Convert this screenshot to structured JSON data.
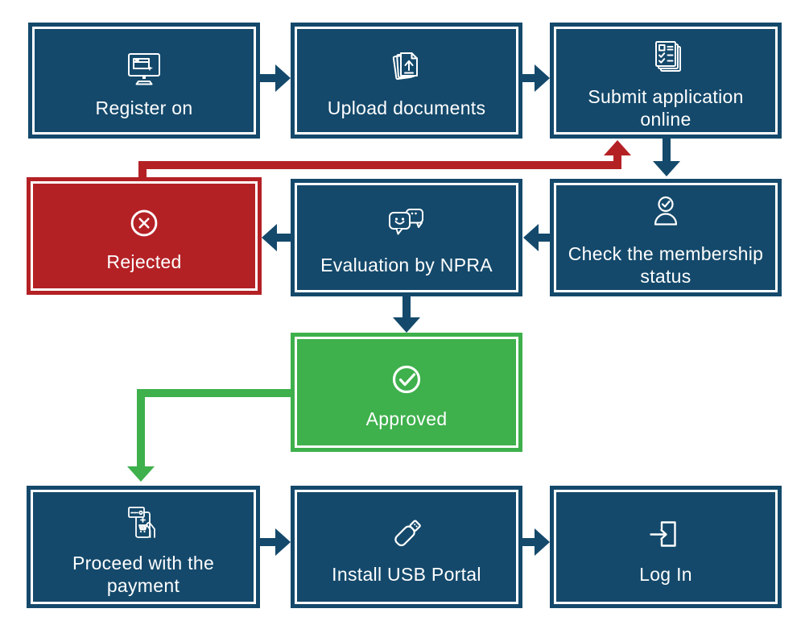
{
  "diagram": {
    "type": "flowchart",
    "colors": {
      "step_fill": "#14496B",
      "rejected_fill": "#B42125",
      "approved_fill": "#3EB04C",
      "inner_border": "#FFFFFF",
      "text": "#FFFFFF",
      "background": "#FFFFFF"
    },
    "nodes": [
      {
        "id": "register",
        "label": "Register on",
        "icon": "computer-registration-icon",
        "color": "step_fill"
      },
      {
        "id": "upload",
        "label": "Upload documents",
        "icon": "upload-documents-icon",
        "color": "step_fill"
      },
      {
        "id": "submit",
        "label": "Submit application\nonline",
        "icon": "application-form-icon",
        "color": "step_fill"
      },
      {
        "id": "check",
        "label": "Check the membership\nstatus",
        "icon": "membership-status-icon",
        "color": "step_fill"
      },
      {
        "id": "evaluation",
        "label": "Evaluation by NPRA",
        "icon": "evaluation-chat-icon",
        "color": "step_fill"
      },
      {
        "id": "rejected",
        "label": "Rejected",
        "icon": "rejected-icon",
        "color": "rejected_fill"
      },
      {
        "id": "approved",
        "label": "Approved",
        "icon": "approved-icon",
        "color": "approved_fill"
      },
      {
        "id": "proceed",
        "label": "Proceed with the\npayment",
        "icon": "mobile-payment-icon",
        "color": "step_fill"
      },
      {
        "id": "install",
        "label": "Install USB Portal",
        "icon": "usb-drive-icon",
        "color": "step_fill"
      },
      {
        "id": "login",
        "label": "Log In",
        "icon": "log-in-icon",
        "color": "step_fill"
      }
    ],
    "connectors": [
      {
        "from": "register",
        "to": "upload",
        "color": "step_fill",
        "style": "arrow-right"
      },
      {
        "from": "upload",
        "to": "submit",
        "color": "step_fill",
        "style": "arrow-right"
      },
      {
        "from": "submit",
        "to": "check",
        "color": "step_fill",
        "style": "arrow-down"
      },
      {
        "from": "check",
        "to": "evaluation",
        "color": "step_fill",
        "style": "arrow-left"
      },
      {
        "from": "evaluation",
        "to": "rejected",
        "color": "step_fill",
        "style": "arrow-left"
      },
      {
        "from": "evaluation",
        "to": "approved",
        "color": "step_fill",
        "style": "arrow-down"
      },
      {
        "from": "rejected",
        "to": "submit",
        "color": "rejected_fill",
        "style": "elbow-up-right-arrow-up"
      },
      {
        "from": "approved",
        "to": "proceed",
        "color": "approved_fill",
        "style": "elbow-left-down-arrow-down"
      },
      {
        "from": "proceed",
        "to": "install",
        "color": "step_fill",
        "style": "arrow-right"
      },
      {
        "from": "install",
        "to": "login",
        "color": "step_fill",
        "style": "arrow-right"
      }
    ]
  }
}
